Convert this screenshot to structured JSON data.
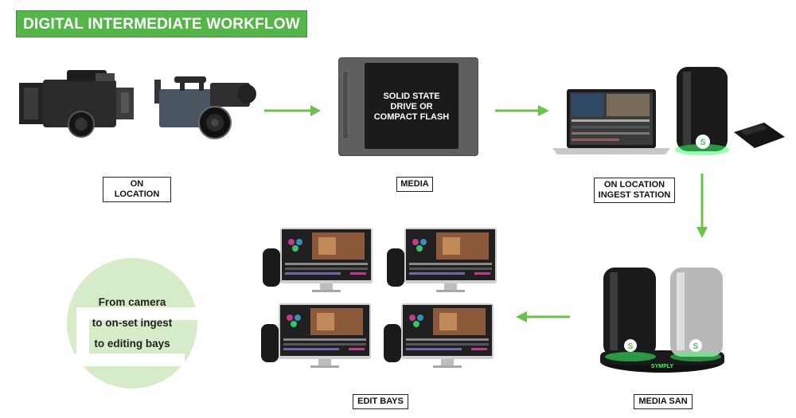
{
  "title": "DIGITAL INTERMEDIATE WORKFLOW",
  "media_card": {
    "text": [
      "SOLID STATE",
      "DRIVE OR",
      "COMPACT FLASH"
    ]
  },
  "labels": {
    "on_location": "ON LOCATION",
    "media": "MEDIA",
    "ingest": [
      "ON LOCATION",
      "INGEST STATION"
    ],
    "media_san": "MEDIA SAN",
    "edit_bays": "EDIT BAYS"
  },
  "tagline": [
    "From camera",
    "to on-set ingest",
    "to editing bays"
  ],
  "logo": {
    "brand": "SYMPLY",
    "glyph": "S"
  },
  "colors": {
    "accent": "#54b548",
    "arrow": "#6cc14a",
    "logo_tint": "#d6ecc9",
    "glow": "#3cff6a"
  }
}
